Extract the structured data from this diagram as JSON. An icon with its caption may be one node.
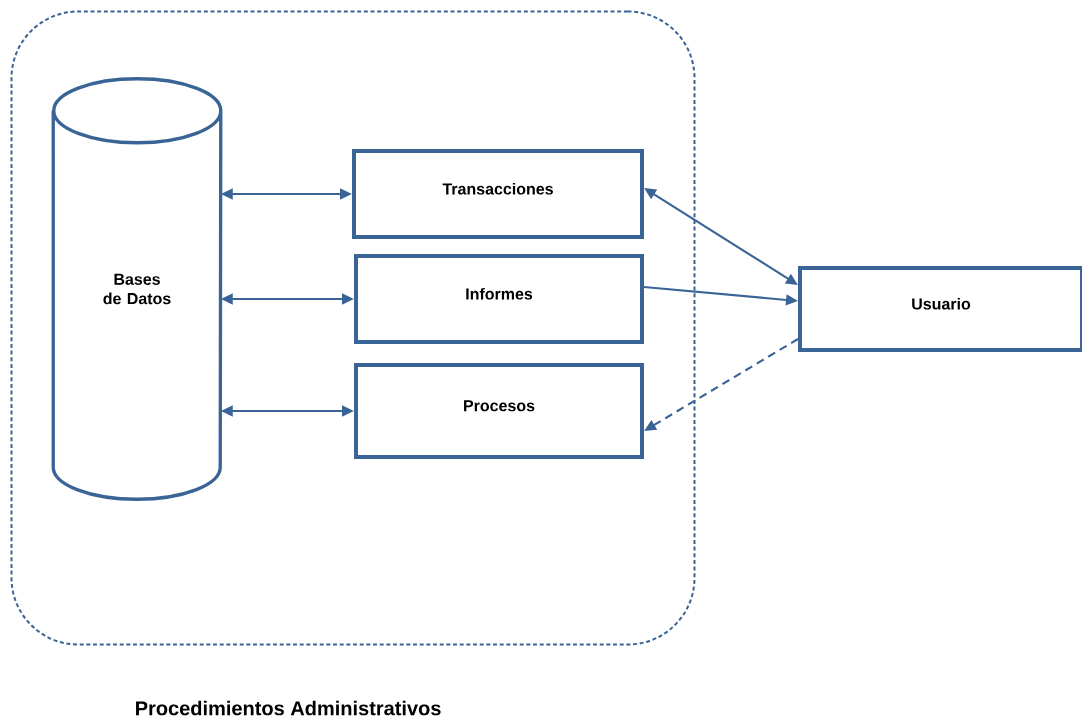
{
  "diagram": {
    "nodes": [
      {
        "text": [
          "Procedimientos Administrativos"
        ]
      },
      {
        "text": [
          "Bases de Datos"
        ],
        "in": 0
      },
      {
        "text": [
          "Transacciones"
        ],
        "in": 0
      },
      {
        "text": [
          "Informes"
        ],
        "in": 0
      },
      {
        "text": [
          "Procesos"
        ],
        "in": 0
      },
      {
        "text": [
          "Usuario"
        ]
      }
    ],
    "edges": [
      {
        "from": 1,
        "to": 2,
        "arrow": "both"
      },
      {
        "from": 1,
        "to": 3,
        "arrow": "both"
      },
      {
        "from": 1,
        "to": 4,
        "arrow": "both"
      },
      {
        "from": 2,
        "to": 5,
        "arrow": "both"
      },
      {
        "from": 3,
        "to": 5,
        "arrow": "to"
      },
      {
        "from": 5,
        "to": 4,
        "arrow": "to",
        "style": "dashed"
      }
    ]
  }
}
